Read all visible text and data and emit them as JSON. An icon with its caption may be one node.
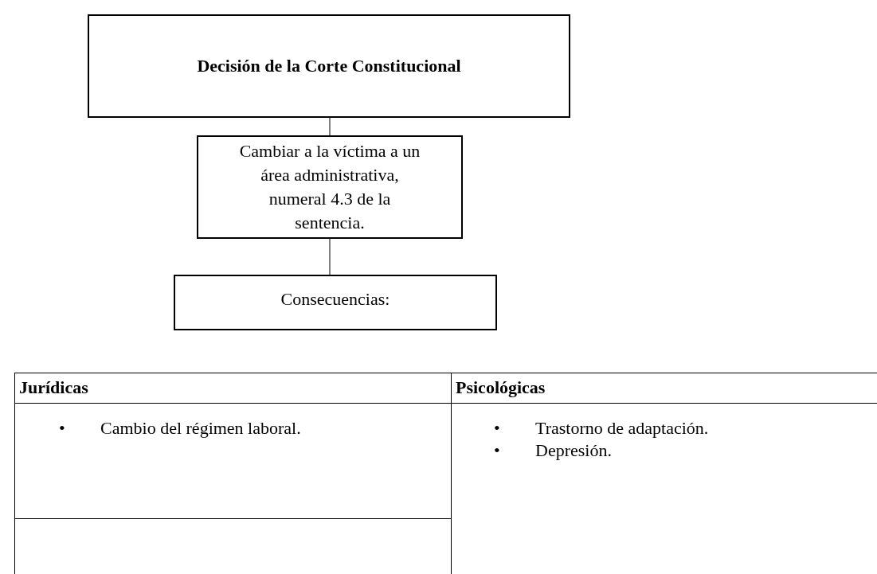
{
  "diagram": {
    "nodes": [
      {
        "text": [
          "Decisión de la Corte Constitucional"
        ]
      },
      {
        "text": [
          "Cambiar a la víctima a un área administrativa, numeral 4.3 de la sentencia."
        ]
      },
      {
        "text": [
          "Consecuencias:"
        ]
      }
    ],
    "edges": [
      {
        "from": 0,
        "to": 1,
        "arrow": "none"
      },
      {
        "from": 1,
        "to": 2,
        "arrow": "none"
      }
    ],
    "labels": [
      "Jurídicas",
      "Psicológicas",
      "•",
      "Cambio del régimen laboral.",
      "•",
      "Trastorno de adaptación.",
      "•",
      "Depresión."
    ]
  }
}
